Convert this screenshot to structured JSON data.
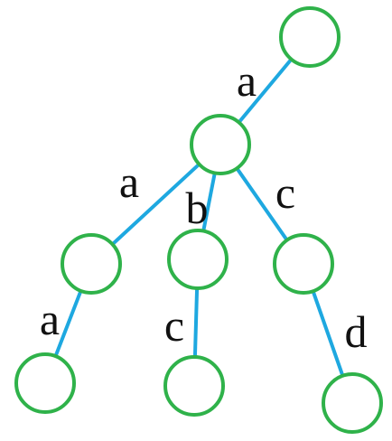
{
  "colors": {
    "node_stroke": "#2fb24a",
    "edge_stroke": "#1ea8e0",
    "label_text": "#111111",
    "background": "#ffffff"
  },
  "nodes": [
    {
      "id": "root"
    },
    {
      "id": "n-a"
    },
    {
      "id": "n-aa"
    },
    {
      "id": "n-ab"
    },
    {
      "id": "n-ac"
    },
    {
      "id": "n-aaa"
    },
    {
      "id": "n-abc"
    },
    {
      "id": "n-acd"
    }
  ],
  "edges": [
    {
      "from": "root",
      "to": "n-a",
      "label": "a"
    },
    {
      "from": "n-a",
      "to": "n-aa",
      "label": "a"
    },
    {
      "from": "n-a",
      "to": "n-ab",
      "label": "b"
    },
    {
      "from": "n-a",
      "to": "n-ac",
      "label": "c"
    },
    {
      "from": "n-aa",
      "to": "n-aaa",
      "label": "a"
    },
    {
      "from": "n-ab",
      "to": "n-abc",
      "label": "c"
    },
    {
      "from": "n-ac",
      "to": "n-acd",
      "label": "d"
    }
  ]
}
